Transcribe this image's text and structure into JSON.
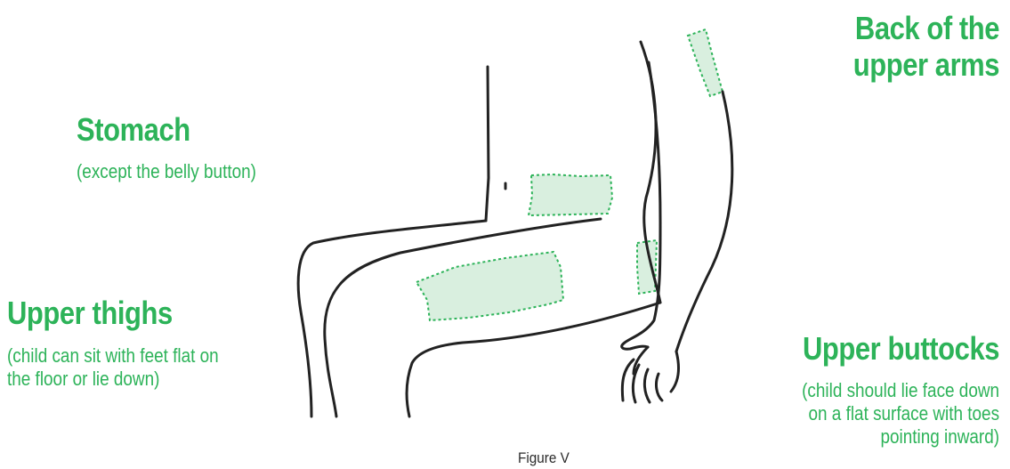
{
  "labels": {
    "stomach": {
      "title": "Stomach",
      "note": "(except the belly button)"
    },
    "upper_thighs": {
      "title": "Upper thighs",
      "note": [
        "(child can sit with feet flat on",
        "the floor or lie down)"
      ]
    },
    "back_of_upper_arms": {
      "title": [
        "Back of the",
        "upper arms"
      ]
    },
    "upper_buttocks": {
      "title": "Upper buttocks",
      "note": [
        "(child should lie face down",
        "on a flat surface with toes",
        "pointing inward)"
      ]
    }
  },
  "caption": "Figure V",
  "colors": {
    "accent": "#2db359",
    "zone_fill": "#d9efdf",
    "outline": "#222222"
  }
}
